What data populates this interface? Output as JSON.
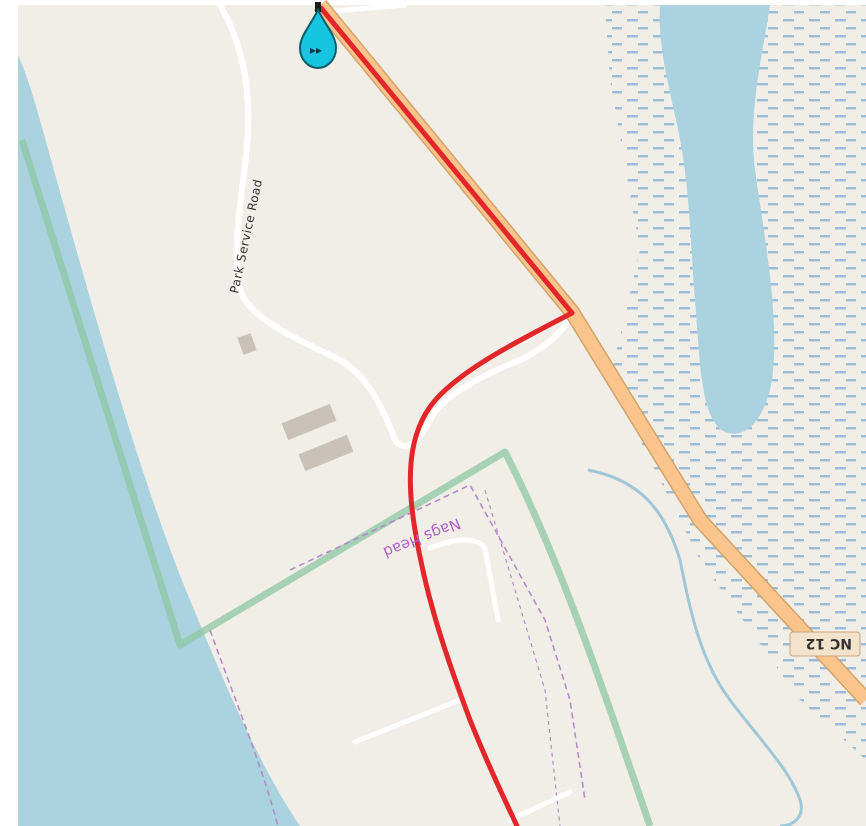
{
  "map": {
    "labels": {
      "park_service_road": "Park Service Road",
      "place_name": "Nags Head",
      "highway_shield": "NC 12"
    },
    "marker": {
      "icon": "water-drop-pin-icon",
      "glyph": "▸▸"
    },
    "colors": {
      "land": "#f1eee8",
      "water": "#aad3df",
      "marsh": "#8fb6d6",
      "route": "#e3262a",
      "highway": "#f9c58c",
      "highway_casing": "#d4a36a",
      "service_road": "#ffffff",
      "boundary": "#8cc7a3",
      "admin_boundary": "#b58bc9",
      "building": "#c9c2b8",
      "stream": "#9fc7d8",
      "marker": "#16c5e0"
    }
  }
}
